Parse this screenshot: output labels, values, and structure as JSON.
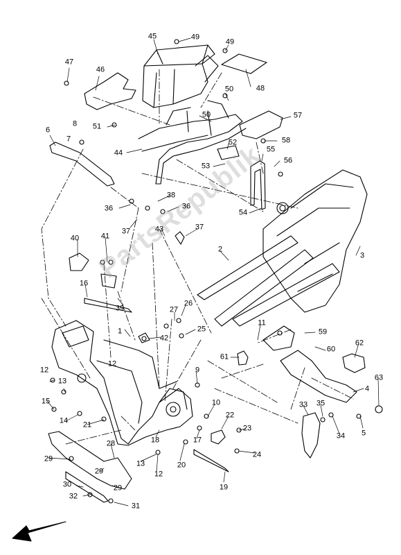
{
  "diagram": {
    "watermark_text": "PartsRepublik",
    "labels": [
      "1",
      "2",
      "3",
      "4",
      "5",
      "6",
      "7",
      "8",
      "9",
      "10",
      "11",
      "12",
      "12",
      "12",
      "13",
      "13",
      "14",
      "15",
      "16",
      "17",
      "18",
      "19",
      "20",
      "21",
      "22",
      "23",
      "24",
      "25",
      "26",
      "27",
      "28",
      "29",
      "29",
      "29",
      "30",
      "31",
      "32",
      "33",
      "34",
      "35",
      "36",
      "36",
      "37",
      "37",
      "38",
      "39",
      "40",
      "41",
      "42",
      "43",
      "44",
      "45",
      "46",
      "47",
      "48",
      "49",
      "49",
      "50",
      "50",
      "51",
      "52",
      "53",
      "54",
      "55",
      "56",
      "57",
      "58",
      "59",
      "60",
      "61",
      "62",
      "63"
    ]
  }
}
